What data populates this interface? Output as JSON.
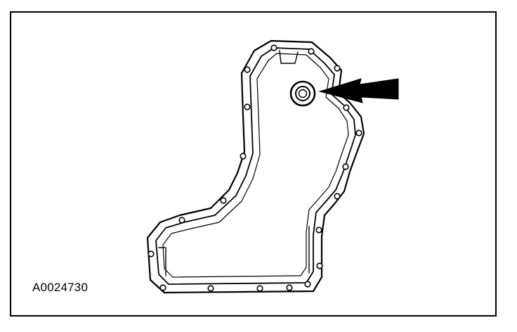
{
  "figure": {
    "id_label": "A0024730"
  },
  "colors": {
    "line": "#000000",
    "background": "#ffffff"
  },
  "parts": {
    "component": "oil-pan-gasket-outline",
    "highlighted": "drain-plug",
    "pointer": "arrow"
  }
}
